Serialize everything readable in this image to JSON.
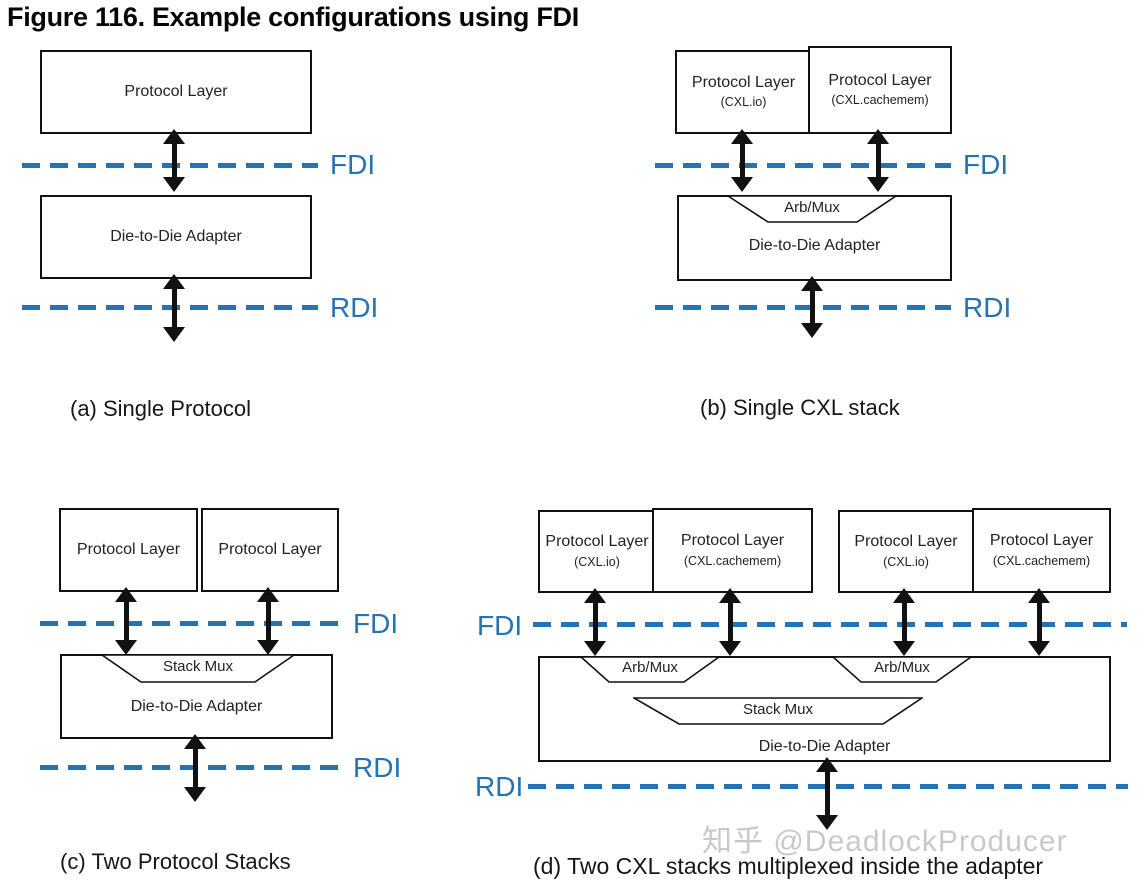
{
  "title": "Figure 116. Example configurations using FDI",
  "colors": {
    "interface_blue": "#2473B5",
    "diagram_black": "#111111",
    "watermark_gray": "#c9c9c9"
  },
  "labels": {
    "protocol_layer": "Protocol Layer",
    "cxl_io": "(CXL.io)",
    "cxl_cachemem": "(CXL.cachemem)",
    "adapter": "Die-to-Die Adapter",
    "arb_mux": "Arb/Mux",
    "stack_mux": "Stack Mux",
    "fdi": "FDI",
    "rdi": "RDI"
  },
  "captions": {
    "a": "(a) Single Protocol",
    "b": "(b) Single CXL stack",
    "c": "(c) Two Protocol Stacks",
    "d": "(d) Two CXL stacks multiplexed inside the adapter"
  },
  "watermark": "知乎 @DeadlockProducer"
}
